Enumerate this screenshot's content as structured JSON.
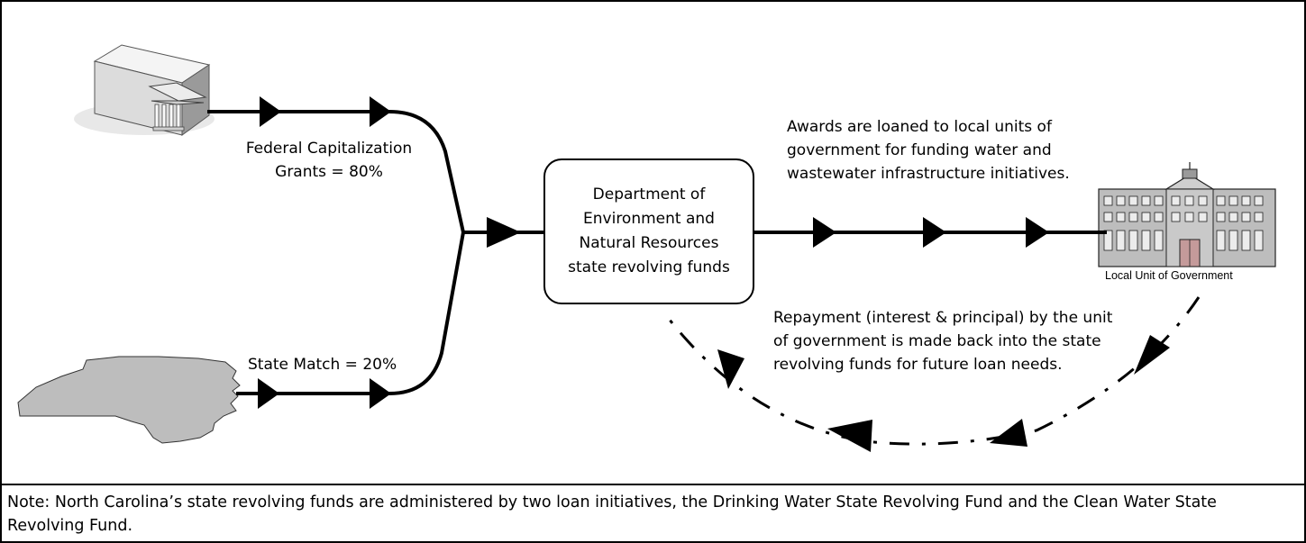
{
  "labels": {
    "federal_line1": "Federal Capitalization",
    "federal_line2": "Grants = 80%",
    "state_match": "State Match = 20%",
    "box_line1": "Department of",
    "box_line2": "Environment and",
    "box_line3": "Natural Resources",
    "box_line4": "state revolving funds",
    "awards_line1": "Awards are loaned to local units of",
    "awards_line2": "government for funding water and",
    "awards_line3": "wastewater infrastructure initiatives.",
    "repay_line1": "Repayment (interest & principal) by the unit",
    "repay_line2": "of government is made back into the state",
    "repay_line3": "revolving funds for future loan needs.",
    "local_unit": "Local Unit of Government"
  },
  "note": "Note: North Carolina’s state revolving funds are administered by two loan initiatives, the Drinking Water State Revolving Fund and the Clean Water State Revolving Fund.",
  "icons": [
    "federal-bank-building-icon",
    "north-carolina-state-map-icon",
    "local-government-building-icon"
  ],
  "colors": {
    "line": "#000000",
    "building_gray": "#b9b9b9",
    "map_gray": "#bdbdbd",
    "door_red": "#b07070"
  }
}
